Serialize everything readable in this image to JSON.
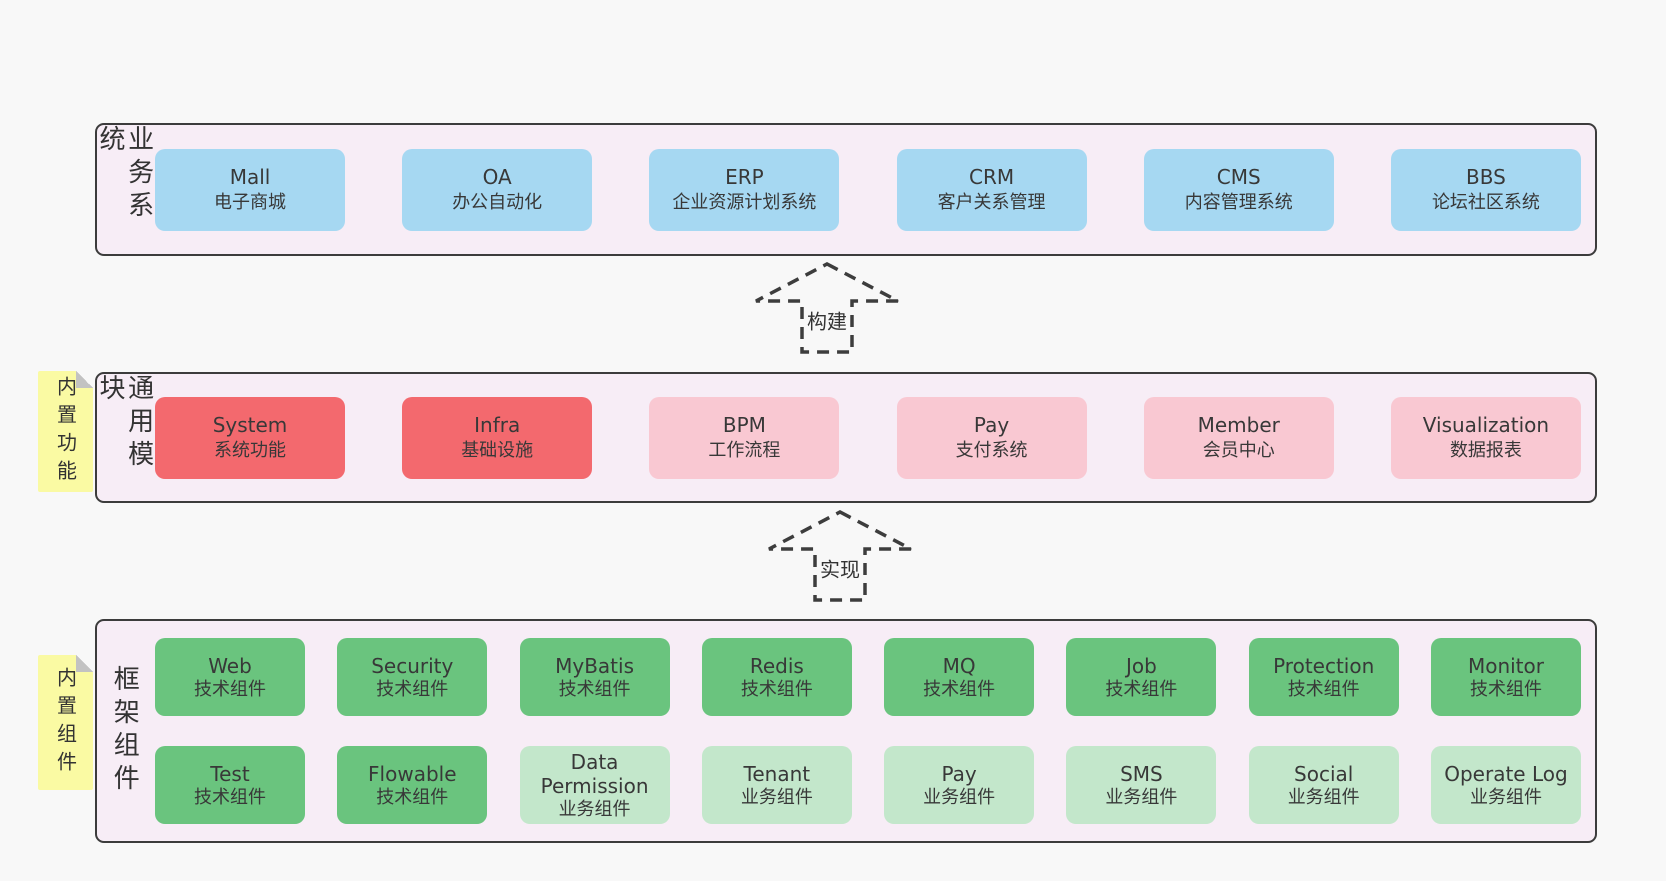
{
  "palette": {
    "blue": "#a6d8f2",
    "red": "#f3696e",
    "pink": "#f9c8d2",
    "green": "#6ac47e",
    "lightgreen": "#c3e7cb",
    "band_background": "#f7edf6",
    "band_border": "#3c3c3c",
    "sticky_yellow": "#fafaa3",
    "page_background": "#f8f8f8",
    "text": "#383838"
  },
  "arrows": [
    {
      "label": "构建"
    },
    {
      "label": "实现"
    }
  ],
  "stickies": [
    {
      "label": "内置功能"
    },
    {
      "label": "内置组件"
    }
  ],
  "bands": [
    {
      "label": "业务系统",
      "boxes": [
        {
          "name": "Mall",
          "desc": "电子商城",
          "type": "blue"
        },
        {
          "name": "OA",
          "desc": "办公自动化",
          "type": "blue"
        },
        {
          "name": "ERP",
          "desc": "企业资源计划系统",
          "type": "blue"
        },
        {
          "name": "CRM",
          "desc": "客户关系管理",
          "type": "blue"
        },
        {
          "name": "CMS",
          "desc": "内容管理系统",
          "type": "blue"
        },
        {
          "name": "BBS",
          "desc": "论坛社区系统",
          "type": "blue"
        }
      ]
    },
    {
      "label": "通用模块",
      "boxes": [
        {
          "name": "System",
          "desc": "系统功能",
          "type": "red"
        },
        {
          "name": "Infra",
          "desc": "基础设施",
          "type": "red"
        },
        {
          "name": "BPM",
          "desc": "工作流程",
          "type": "pink"
        },
        {
          "name": "Pay",
          "desc": "支付系统",
          "type": "pink"
        },
        {
          "name": "Member",
          "desc": "会员中心",
          "type": "pink"
        },
        {
          "name": "Visualization",
          "desc": "数据报表",
          "type": "pink"
        }
      ]
    },
    {
      "label": "框架组件",
      "rows": [
        [
          {
            "name": "Web",
            "desc": "技术组件",
            "type": "green"
          },
          {
            "name": "Security",
            "desc": "技术组件",
            "type": "green"
          },
          {
            "name": "MyBatis",
            "desc": "技术组件",
            "type": "green"
          },
          {
            "name": "Redis",
            "desc": "技术组件",
            "type": "green"
          },
          {
            "name": "MQ",
            "desc": "技术组件",
            "type": "green"
          },
          {
            "name": "Job",
            "desc": "技术组件",
            "type": "green"
          },
          {
            "name": "Protection",
            "desc": "技术组件",
            "type": "green"
          },
          {
            "name": "Monitor",
            "desc": "技术组件",
            "type": "green"
          }
        ],
        [
          {
            "name": "Test",
            "desc": "技术组件",
            "type": "green"
          },
          {
            "name": "Flowable",
            "desc": "技术组件",
            "type": "green"
          },
          {
            "name": "Data Permission",
            "desc": "业务组件",
            "type": "lightgreen"
          },
          {
            "name": "Tenant",
            "desc": "业务组件",
            "type": "lightgreen"
          },
          {
            "name": "Pay",
            "desc": "业务组件",
            "type": "lightgreen"
          },
          {
            "name": "SMS",
            "desc": "业务组件",
            "type": "lightgreen"
          },
          {
            "name": "Social",
            "desc": "业务组件",
            "type": "lightgreen"
          },
          {
            "name": "Operate Log",
            "desc": "业务组件",
            "type": "lightgreen"
          }
        ]
      ]
    }
  ]
}
